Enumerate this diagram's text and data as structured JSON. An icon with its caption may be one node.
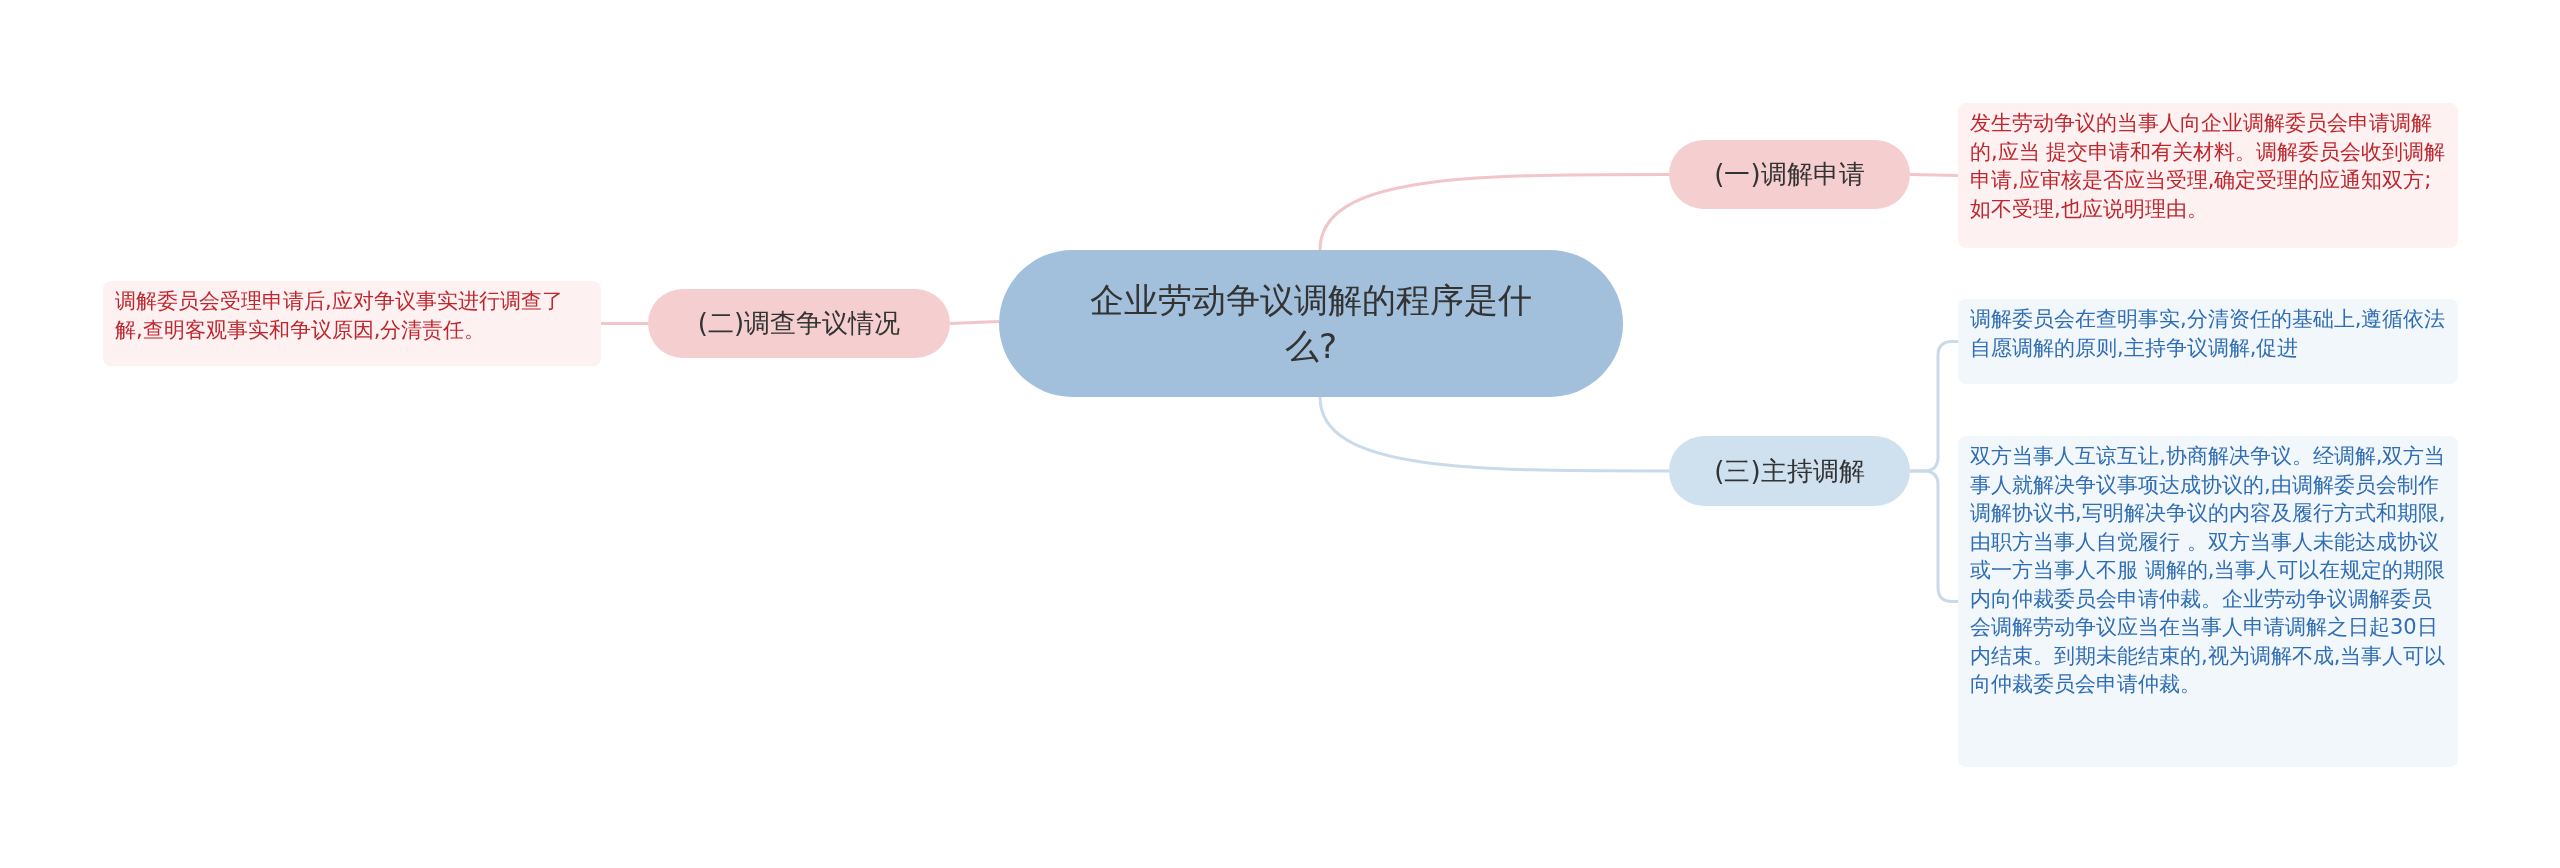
{
  "diagram": {
    "nodes": [
      {
        "text": [
          "企业劳动争议调解的程序是什么?"
        ]
      },
      {
        "text": [
          "(一)调解申请"
        ]
      },
      {
        "text": [
          "发生劳动争议的当事人向企业调解委员会申请调解的,应当 提交申请和有关材料。调解委员会收到调解申请,应审核是否应当受理,确定受理的应通知双方;如不受理,也应说明理由。"
        ]
      },
      {
        "text": [
          "(二)调查争议情况"
        ]
      },
      {
        "text": [
          "调解委员会受理申请后,应对争议事实进行调查了解,查明客观事实和争议原因,分清责任。"
        ]
      },
      {
        "text": [
          "(三)主持调解"
        ]
      },
      {
        "text": [
          "调解委员会在查明事实,分清资任的基础上,遵循依法自愿调解的原则,主持争议调解,促进"
        ]
      },
      {
        "text": [
          "双方当事人互谅互让,协商解决争议。经调解,双方当事人就解决争议事项达成协议的,由调解委员会制作调解协议书,写明解决争议的内容及履行方式和期限,由职方当事人自觉履行 。双方当事人未能达成协议或一方当事人不服 调解的,当事人可以在规定的期限内向仲裁委员会申请仲裁。企业劳动争议调解委员会调解劳动争议应当在当事人申请调解之日起30日内结束。到期未能结束的,视为调解不成,当事人可以向仲裁委员会申请仲裁。"
        ]
      }
    ],
    "edges": [
      {
        "from": 0,
        "to": 1,
        "arrow": "none",
        "color": "#f2c6c8"
      },
      {
        "from": 1,
        "to": 2,
        "arrow": "none",
        "color": "#f2c6c8"
      },
      {
        "from": 0,
        "to": 3,
        "arrow": "none",
        "color": "#f2c6c8"
      },
      {
        "from": 3,
        "to": 4,
        "arrow": "none",
        "color": "#f2c6c8"
      },
      {
        "from": 0,
        "to": 5,
        "arrow": "none",
        "color": "#c9dbeb"
      },
      {
        "from": 5,
        "to": 6,
        "arrow": "none",
        "color": "#c9dbeb"
      },
      {
        "from": 5,
        "to": 7,
        "arrow": "none",
        "color": "#c9dbeb"
      }
    ]
  }
}
